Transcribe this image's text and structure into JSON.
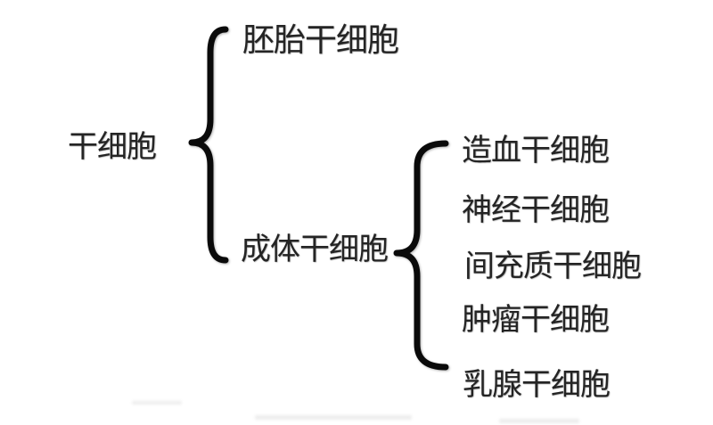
{
  "colors": {
    "background": "#ffffff",
    "text": "#242424",
    "brace": "#0a0a0a"
  },
  "tree": {
    "root": {
      "label": "干细胞"
    },
    "branches": [
      {
        "label": "胚胎干细胞"
      },
      {
        "label": "成体干细胞",
        "children": [
          {
            "label": "造血干细胞"
          },
          {
            "label": "神经干细胞"
          },
          {
            "label": "间充质干细胞"
          },
          {
            "label": "肿瘤干细胞"
          },
          {
            "label": "乳腺干细胞"
          }
        ]
      }
    ]
  }
}
